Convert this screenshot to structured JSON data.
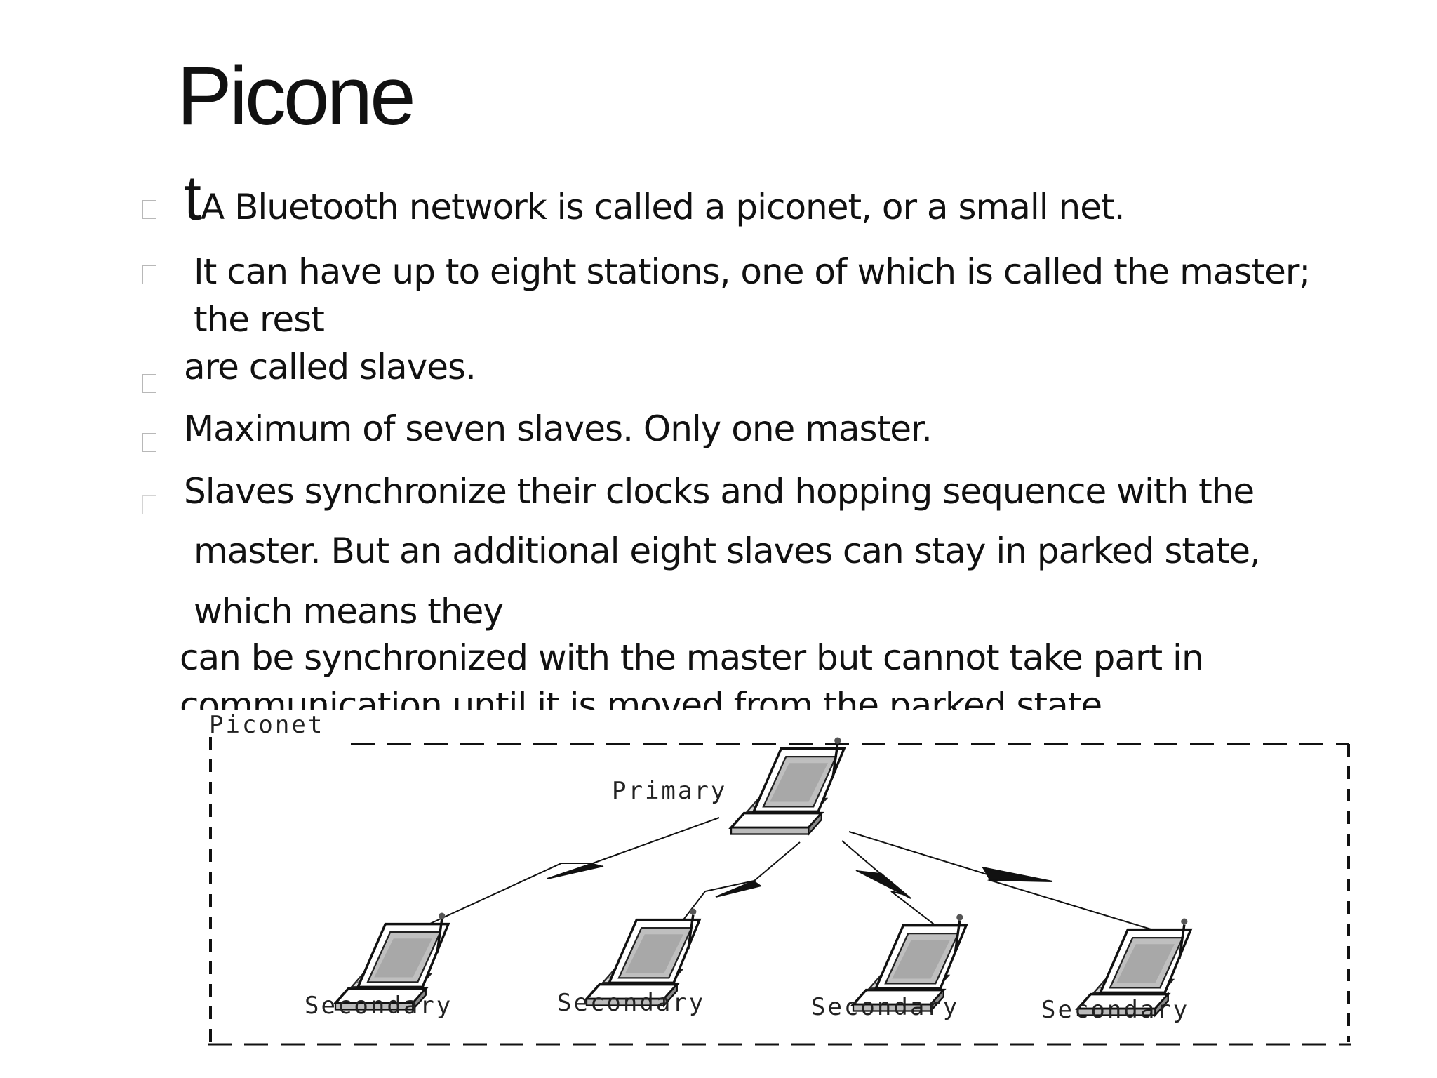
{
  "slide": {
    "title": "Picone",
    "title_wrap": "t",
    "bullets": [
      {
        "text": "A Bluetooth network is called a piconet, or a small net."
      },
      {
        "text": "It can have up to eight stations, one of which is called the master;",
        "cont": "the rest"
      },
      {
        "text": "are called slaves."
      },
      {
        "text": "Maximum of seven slaves. Only one master."
      },
      {
        "text": "Slaves synchronize their clocks and hopping sequence with the"
      }
    ],
    "continuation": [
      "master. But an additional eight slaves can stay in parked state,",
      "which means they",
      "can be synchronized with the master but cannot take part in",
      "communication until it is moved from the parked state"
    ]
  },
  "diagram": {
    "frame_label": "Piconet",
    "primary_label": "Primary",
    "secondary_labels": [
      "Secondary",
      "Secondary",
      "Secondary",
      "Secondary"
    ]
  }
}
